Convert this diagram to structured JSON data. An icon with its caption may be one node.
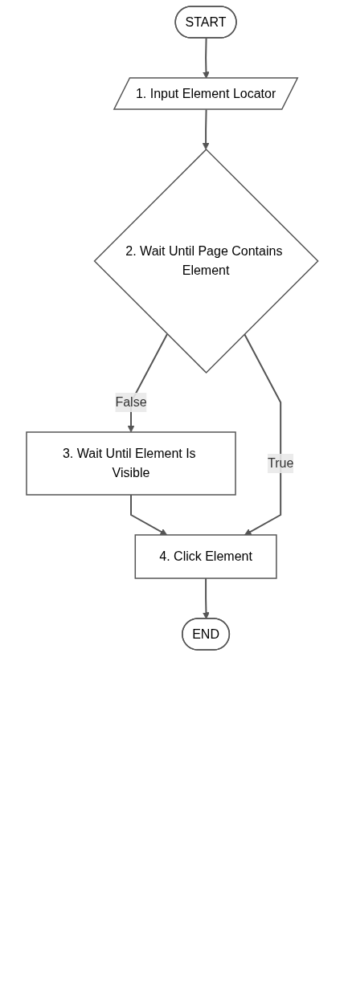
{
  "diagram": {
    "nodes": [
      {
        "text": [
          "START"
        ]
      },
      {
        "text": [
          "1. Input Element Locator"
        ]
      },
      {
        "text": [
          "2. Wait Until Page Contains Element"
        ]
      },
      {
        "text": [
          "3. Wait Until Element Is Visible"
        ]
      },
      {
        "text": [
          "4. Click Element"
        ]
      },
      {
        "text": [
          "END"
        ]
      }
    ],
    "edges": [
      {
        "from": 0,
        "to": 1,
        "arrow": "to"
      },
      {
        "from": 1,
        "to": 2,
        "arrow": "to"
      },
      {
        "from": 2,
        "to": 3,
        "arrow": "to",
        "label": "False"
      },
      {
        "from": 3,
        "to": 4,
        "arrow": "to"
      },
      {
        "from": 2,
        "to": 4,
        "arrow": "to",
        "label": "True"
      },
      {
        "from": 4,
        "to": 5,
        "arrow": "to"
      }
    ]
  }
}
